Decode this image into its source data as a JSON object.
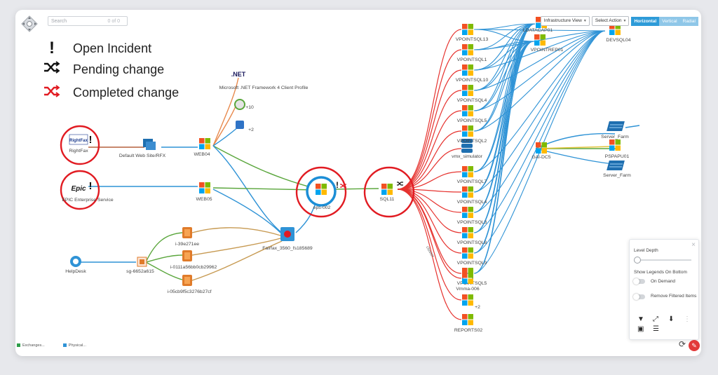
{
  "search": {
    "placeholder": "Search",
    "count": "0 of 0"
  },
  "legend": {
    "open_incident": "Open Incident",
    "pending_change": "Pending change",
    "completed_change": "Completed change"
  },
  "toolbar": {
    "view_select": "Infrastructure View",
    "action_select": "Select Action",
    "layouts": [
      "Horizontal",
      "Vertical",
      "Radial"
    ],
    "active_layout": "Horizontal"
  },
  "nodes": {
    "rightfax": {
      "label": "RightFax",
      "logo": "RightFax"
    },
    "default_web": "Default Web Site/RFX",
    "web04": "WEB04",
    "netfx": {
      "label": "Microsoft .NET Framework 4 Client Profile",
      "logo": ".NET"
    },
    "plus10": "+10",
    "plus2a": "+2",
    "epic": {
      "label": "EPIC Enterprise Service",
      "logo": "Epic"
    },
    "web05": "WEB05",
    "eps002": "eps-002",
    "sql11": "SQL11",
    "fairfax": "Fairfax_3560_fs185689",
    "i39": "i-39e271ee",
    "i01": "i-0111a56bb0cb29962",
    "i05": "i-05cb9f5c3276b27cf",
    "sg": "sg-6652a615",
    "helpdesk": "HelpDesk",
    "vmx": "vmx_simulator",
    "gal": "GAl-DC5",
    "server_farm_1": "Server_Farm",
    "pspapu01": "PSPAPU01",
    "server_farm_2": "Server_Farm",
    "datacap": "LDATACAP01",
    "vpointrep": "VPOINTREP01",
    "devsql04": "DEVSQL04",
    "vpoint_list": [
      "VPOINTSQL13",
      "VPOINTSQL1",
      "VPOINTSQL10",
      "VPOINTSQL4",
      "VPOINTSQL5",
      "VPOINTSQL2",
      "VPOINTSQL7",
      "VPOINTSQL4",
      "VPOINTSQL3",
      "VPOINTSQL8",
      "VPOINTSQL9",
      "VPOINTSQL5"
    ],
    "vmware": "Vmma-006",
    "plus2b": "+2",
    "reports02": "REPORTS02",
    "edge_text": "cluster"
  },
  "panel": {
    "level_depth": "Level Depth",
    "show_legends": "Show Legends On Bottom",
    "on_demand": "On Demand",
    "remove_filtered": "Remove Filtered Items"
  },
  "footer": {
    "legend_1": "Exchanges...",
    "legend_2": "Physical..."
  },
  "colors": {
    "incident_ring": "#e11b22",
    "eps_ring": "#1c8ed6",
    "edge_red": "#e6322e",
    "edge_blue": "#2f93d6",
    "edge_green": "#5aa63c",
    "edge_orange": "#e29a3c",
    "edge_brown": "#c79a52"
  }
}
